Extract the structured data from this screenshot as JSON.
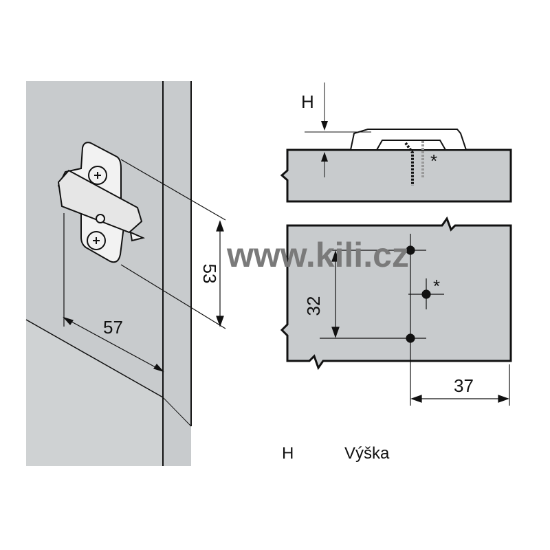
{
  "dimensions": {
    "width_57": "57",
    "height_53": "53",
    "spacing_32": "32",
    "offset_37": "37",
    "h_label": "H"
  },
  "asterisk": "*",
  "legend": [
    {
      "symbol": "H",
      "meaning": "Výška"
    }
  ],
  "watermark": "www.kili.cz",
  "colors": {
    "panel": "#c8cbcd",
    "line": "#111111",
    "watermark": "#7a7a7a"
  }
}
